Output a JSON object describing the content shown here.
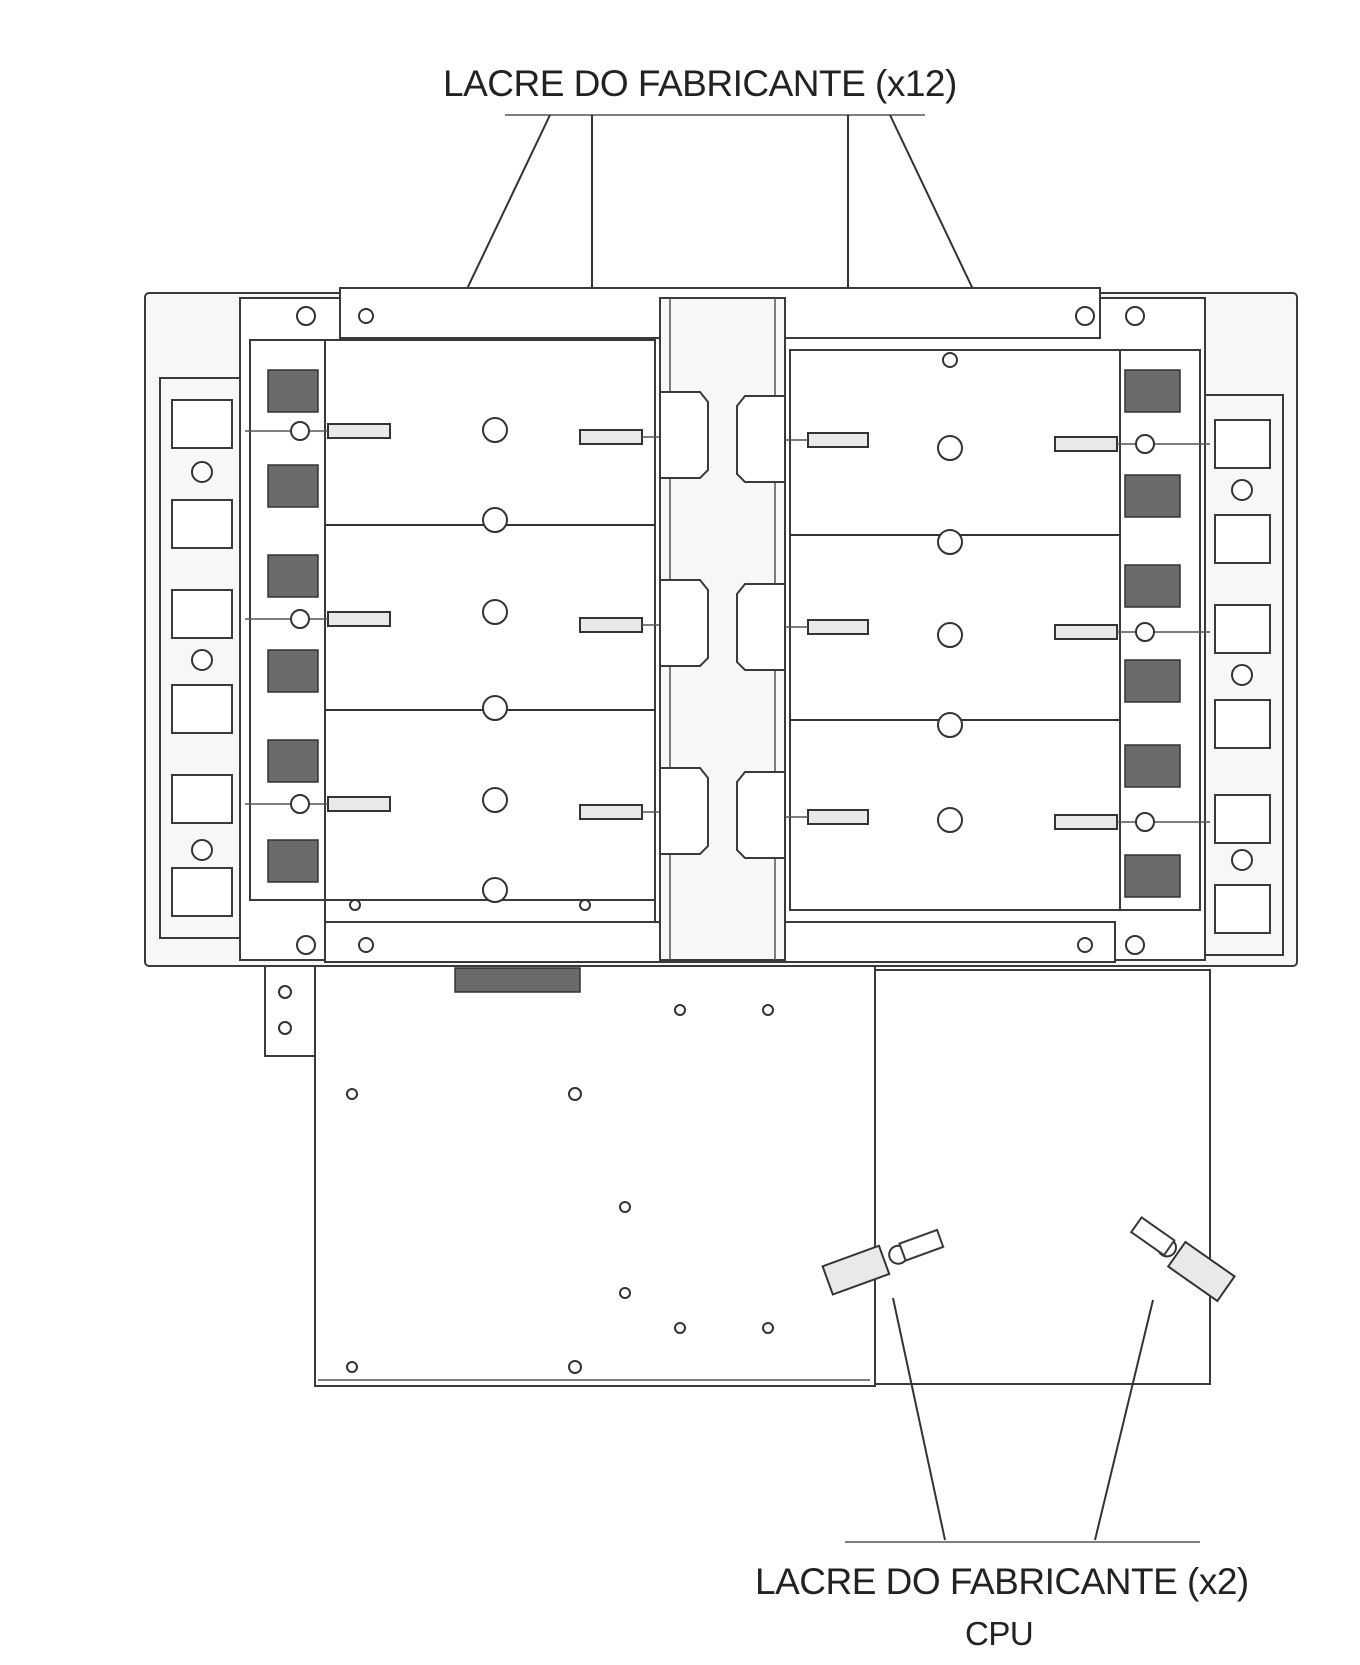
{
  "labels": {
    "top_seal_label": "LACRE DO FABRICANTE  (x12)",
    "bottom_seal_label": "LACRE DO FABRICANTE  (x2)",
    "bottom_seal_sublabel": "CPU"
  }
}
